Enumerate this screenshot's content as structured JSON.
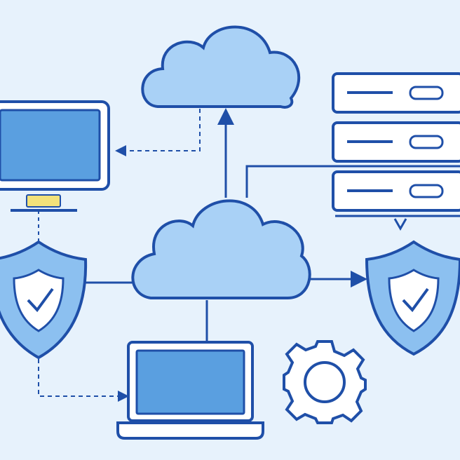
{
  "colors": {
    "background": "#e7f2fc",
    "outline": "#1f4fa8",
    "cloud_fill": "#a9d1f6",
    "screen_fill": "#5a9fe0",
    "panel_fill": "#ffffff",
    "shield_fill": "#8cc0f0",
    "accent_yellow": "#f3e27a"
  },
  "nodes": [
    {
      "id": "top-cloud",
      "icon": "cloud-icon"
    },
    {
      "id": "center-cloud",
      "icon": "cloud-icon"
    },
    {
      "id": "desktop-monitor",
      "icon": "monitor-icon"
    },
    {
      "id": "server-rack",
      "icon": "server-icon"
    },
    {
      "id": "left-shield",
      "icon": "shield-check-icon"
    },
    {
      "id": "right-shield",
      "icon": "shield-check-icon"
    },
    {
      "id": "laptop",
      "icon": "laptop-icon"
    },
    {
      "id": "settings-gear",
      "icon": "gear-icon"
    }
  ]
}
